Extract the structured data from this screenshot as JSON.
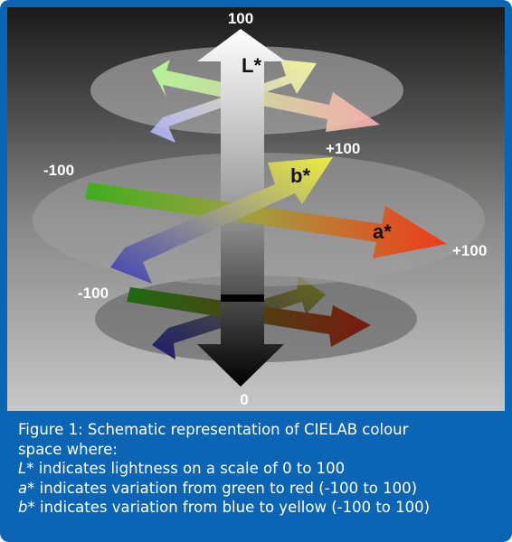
{
  "diagram": {
    "labels": {
      "top": "100",
      "bottom": "0",
      "a_pos": "+100",
      "b_pos": "+100",
      "a_neg": "-100",
      "b_neg": "-100",
      "L": "L*",
      "a": "a*",
      "b": "b*"
    }
  },
  "caption": {
    "title_line1": "Figure 1: Schematic representation of CIELAB colour",
    "title_line2": "space where:",
    "l_var": "L*",
    "l_text": " indicates lightness on a scale of 0 to 100",
    "a_var": "a*",
    "a_text": " indicates variation from green to red (-100 to 100)",
    "b_var": "b*",
    "b_text": " indicates variation from blue to yellow (-100 to 100)"
  },
  "colors": {
    "frame": "#0b64b4",
    "green": "#4fb820",
    "red": "#f0401a",
    "yellow": "#f0f040",
    "blue": "#5050c8"
  }
}
